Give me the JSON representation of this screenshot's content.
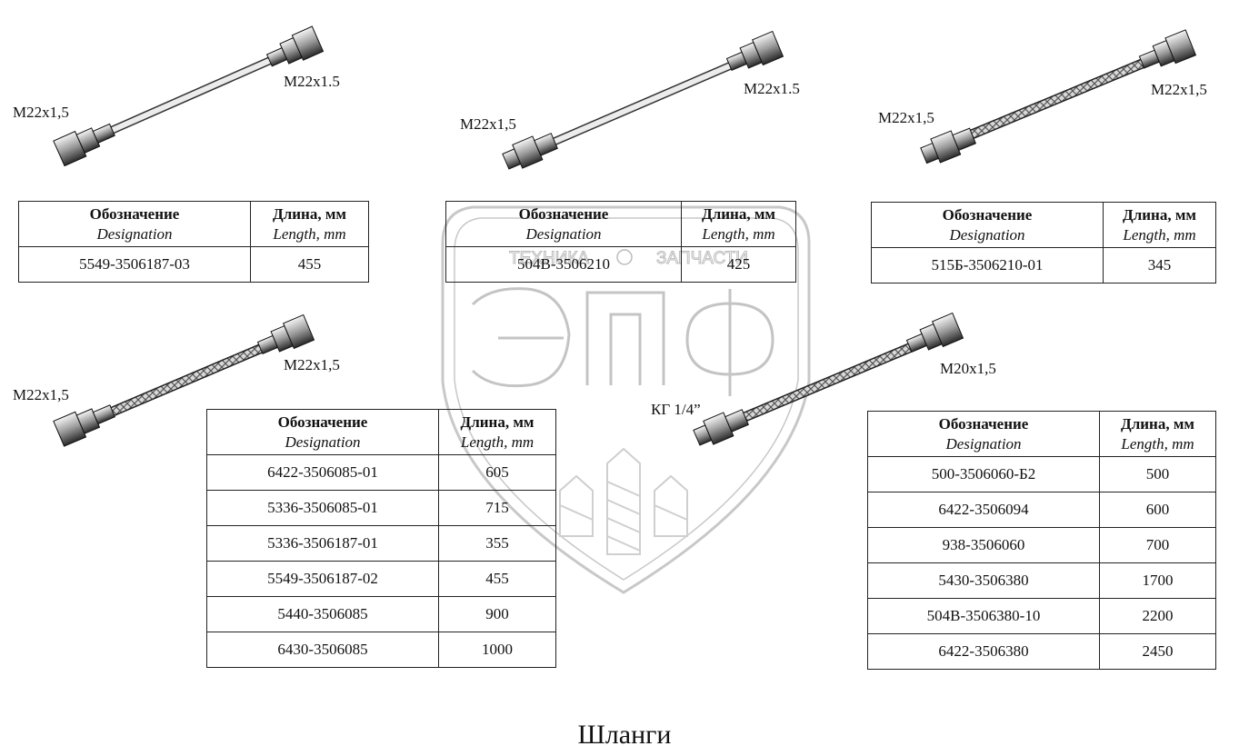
{
  "title": "Шланги",
  "watermark": {
    "brand": "ЭПФ",
    "tagline_left": "ТЕХНИКА",
    "tagline_right": "ЗАПЧАСТИ"
  },
  "hoses": [
    {
      "thread_left": "M22x1,5",
      "thread_right": "M22x1.5"
    },
    {
      "thread_left": "M22x1,5",
      "thread_right": "M22x1.5"
    },
    {
      "thread_left": "M22x1,5",
      "thread_right": "M22x1,5"
    },
    {
      "thread_left": "M22x1,5",
      "thread_right": "M22x1,5"
    },
    {
      "thread_left": "КГ 1/4”",
      "thread_right": "M20x1,5"
    }
  ],
  "table_header": {
    "designation_ru": "Обозначение",
    "designation_en": "Designation",
    "length_ru": "Длина, мм",
    "length_en": "Length, mm"
  },
  "tables": [
    {
      "rows": [
        [
          "5549-3506187-03",
          "455"
        ]
      ]
    },
    {
      "rows": [
        [
          "504В-3506210",
          "425"
        ]
      ]
    },
    {
      "rows": [
        [
          "515Б-3506210-01",
          "345"
        ]
      ]
    },
    {
      "rows": [
        [
          "6422-3506085-01",
          "605"
        ],
        [
          "5336-3506085-01",
          "715"
        ],
        [
          "5336-3506187-01",
          "355"
        ],
        [
          "5549-3506187-02",
          "455"
        ],
        [
          "5440-3506085",
          "900"
        ],
        [
          "6430-3506085",
          "1000"
        ]
      ]
    },
    {
      "rows": [
        [
          "500-3506060-Б2",
          "500"
        ],
        [
          "6422-3506094",
          "600"
        ],
        [
          "938-3506060",
          "700"
        ],
        [
          "5430-3506380",
          "1700"
        ],
        [
          "504В-3506380-10",
          "2200"
        ],
        [
          "6422-3506380",
          "2450"
        ]
      ]
    }
  ]
}
